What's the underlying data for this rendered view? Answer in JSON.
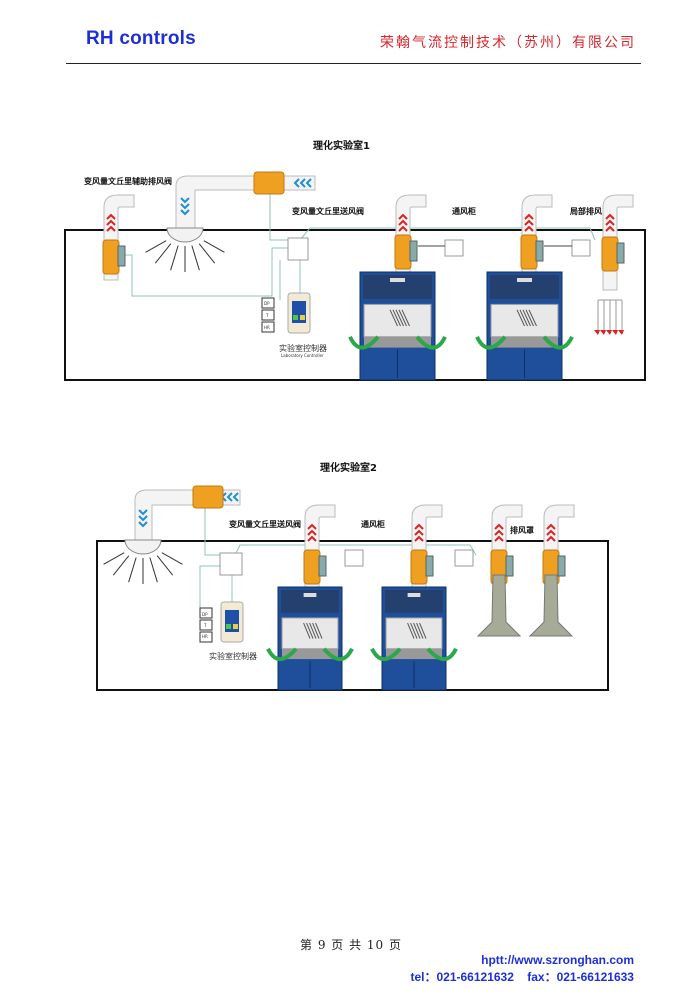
{
  "header": {
    "brand": "RH controls",
    "company": "荣翰气流控制技术（苏州）有限公司"
  },
  "lab1": {
    "title": "理化实验室1",
    "aux_exhaust_valve": "变风量文丘里辅助排风阀",
    "supply_valve": "变风量文丘里送风阀",
    "fume_hood": "通风柜",
    "local_exhaust": "局部排风",
    "controller": "实验室控制器",
    "controller_en": "Laboratory Controller",
    "sensors": [
      "DP",
      "T",
      "HR"
    ]
  },
  "lab2": {
    "title": "理化实验室2",
    "supply_valve": "变风量文丘里送风阀",
    "fume_hood": "通风柜",
    "exhaust_hood": "排风罩",
    "controller": "实验室控制器",
    "sensors": [
      "DP",
      "T",
      "HR"
    ]
  },
  "colors": {
    "brand_blue": "#1d2fd6",
    "company_red": "#d8262c",
    "valve_orange": "#f0a020",
    "hood_blue": "#1f4f9a",
    "airflow_green": "#2aa84a",
    "wire": "#8fc3b8"
  },
  "footer": {
    "page_info": "第 9 页 共 10 页",
    "url": "hptt://www.szronghan.com",
    "contact": "tel：021-66121632    fax：021-66121633"
  }
}
